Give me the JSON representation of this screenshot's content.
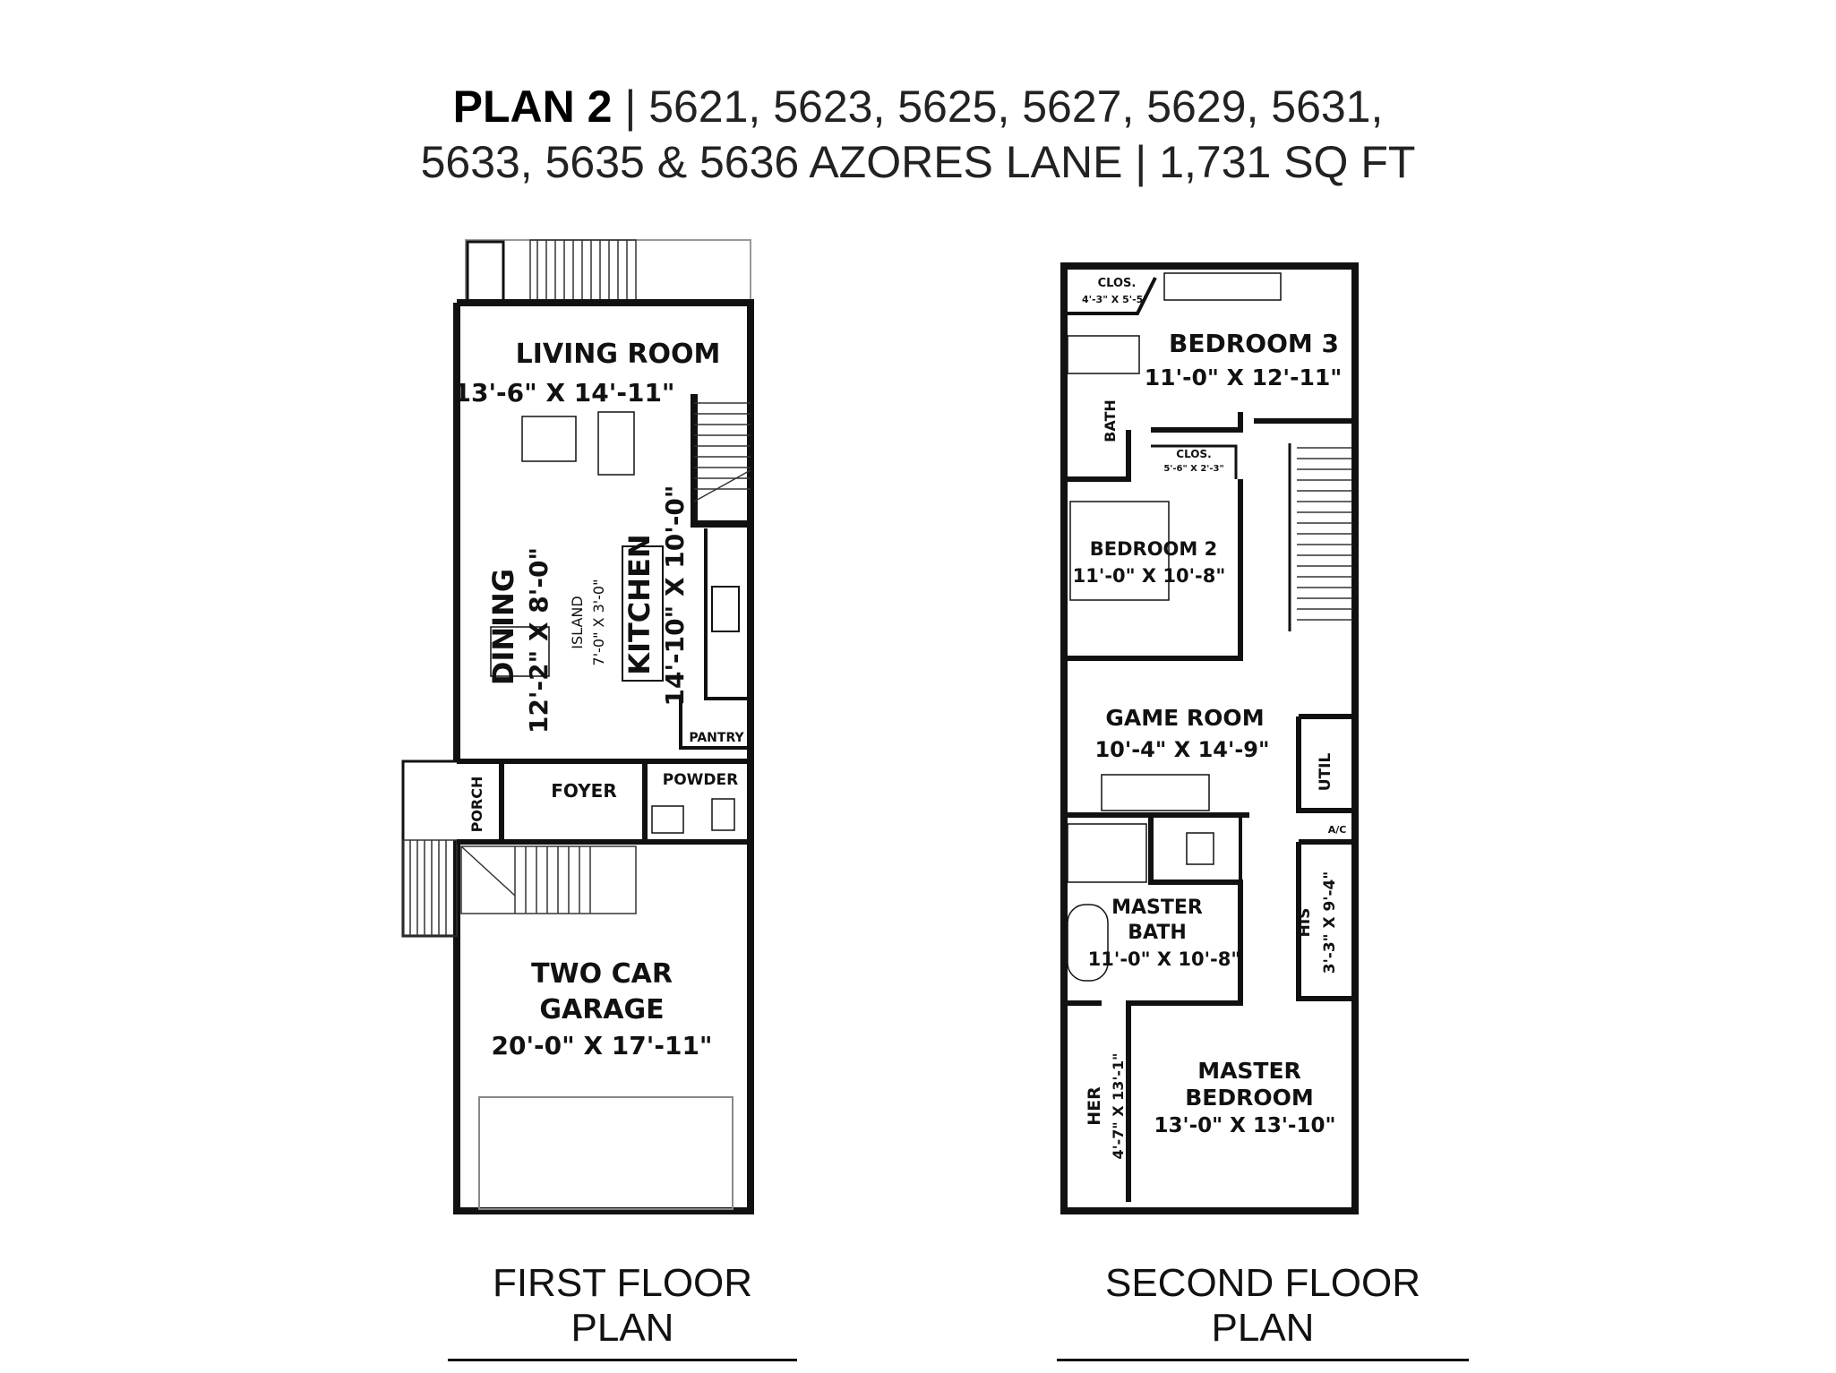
{
  "header": {
    "plan": "PLAN 2",
    "line1": " | 5621, 5623, 5625, 5627, 5629, 5631,",
    "line2": "5633, 5635 & 5636 AZORES LANE | 1,731 SQ FT"
  },
  "first_floor": {
    "caption": "FIRST FLOOR PLAN",
    "living_room": {
      "name": "LIVING ROOM",
      "dims": "13'-6\" X 14'-11\""
    },
    "dining": {
      "name": "DINING",
      "dims": "12'-2\" X 8'-0\""
    },
    "island": {
      "name": "ISLAND",
      "dims": "7'-0\" X 3'-0\""
    },
    "kitchen": {
      "name": "KITCHEN",
      "dims": "14'-10\" X 10'-0\""
    },
    "pantry": "PANTRY",
    "powder": "POWDER",
    "foyer": "FOYER",
    "porch": "PORCH",
    "garage": {
      "line1": "TWO CAR",
      "line2": "GARAGE",
      "dims": "20'-0\" X 17'-11\""
    }
  },
  "second_floor": {
    "caption": "SECOND FLOOR PLAN",
    "clos1": {
      "name": "CLOS.",
      "dims": "4'-3\" X 5'-5\""
    },
    "bedroom3": {
      "name": "BEDROOM 3",
      "dims": "11'-0\" X 12'-11\""
    },
    "bath": "BATH",
    "clos2": {
      "name": "CLOS.",
      "dims": "5'-6\" X 2'-3\""
    },
    "bedroom2": {
      "name": "BEDROOM 2",
      "dims": "11'-0\" X 10'-8\""
    },
    "game_room": {
      "name": "GAME ROOM",
      "dims": "10'-4\" X 14'-9\""
    },
    "util": "UTIL",
    "ac": "A/C",
    "master_bath": {
      "line1": "MASTER",
      "line2": "BATH",
      "dims": "11'-0\" X 10'-8\""
    },
    "his": {
      "name": "HIS",
      "dims": "3'-3\" X 9'-4\""
    },
    "her": {
      "name": "HER",
      "dims": "4'-7\" X 13'-1\""
    },
    "master_bedroom": {
      "line1": "MASTER",
      "line2": "BEDROOM",
      "dims": "13'-0\" X 13'-10\""
    }
  }
}
